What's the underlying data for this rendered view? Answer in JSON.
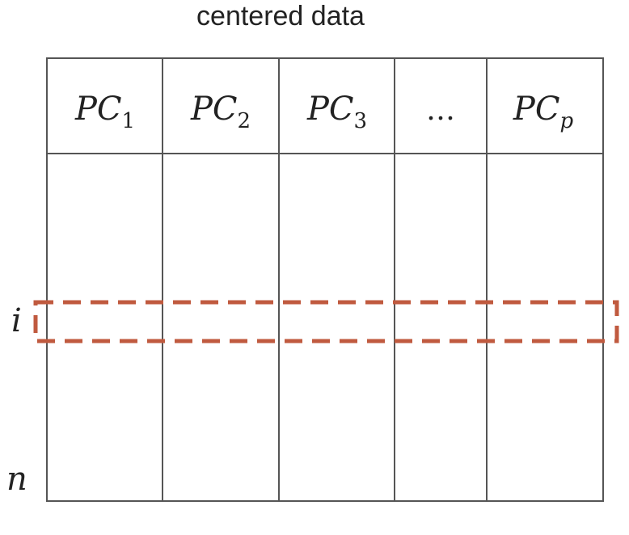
{
  "title": "centered data",
  "columns": [
    {
      "name": "PC",
      "sub": "1"
    },
    {
      "name": "PC",
      "sub": "2"
    },
    {
      "name": "PC",
      "sub": "3"
    },
    {
      "name": "…",
      "sub": ""
    },
    {
      "name": "PC",
      "sub": "p"
    }
  ],
  "row_labels": {
    "i": "i",
    "n": "n"
  },
  "colors": {
    "grid": "#555555",
    "highlight": "#c05a3f",
    "text": "#222222"
  }
}
